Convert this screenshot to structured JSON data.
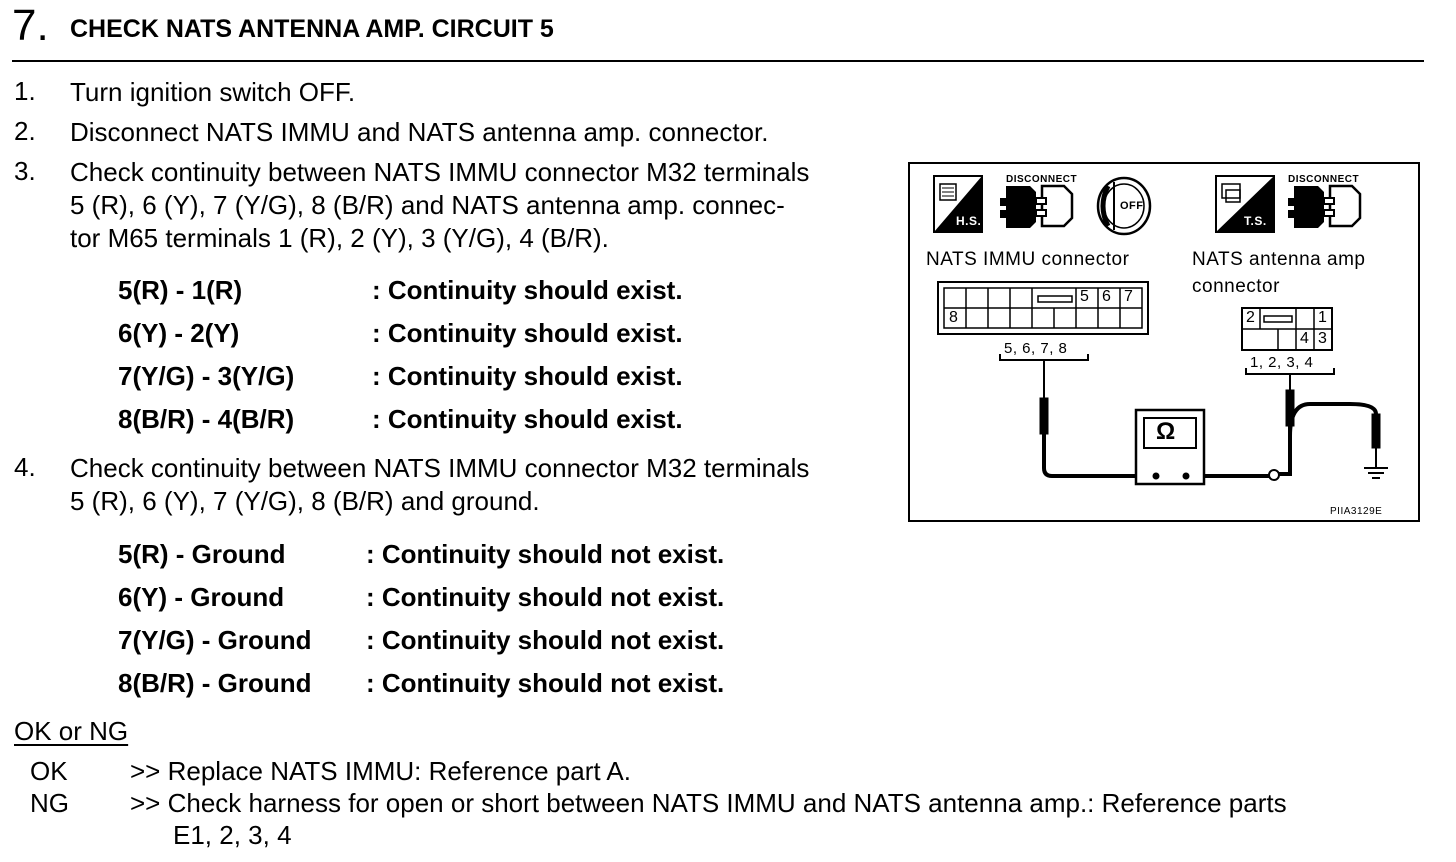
{
  "step": {
    "number": "7.",
    "title": "CHECK NATS ANTENNA AMP. CIRCUIT 5"
  },
  "steps": [
    {
      "num": "1.",
      "lines": [
        "Turn ignition switch OFF."
      ]
    },
    {
      "num": "2.",
      "lines": [
        "Disconnect NATS IMMU and NATS antenna amp. connector."
      ]
    },
    {
      "num": "3.",
      "lines": [
        "Check continuity between NATS IMMU connector M32 terminals",
        "5 (R), 6 (Y), 7 (Y/G), 8 (B/R) and   NATS antenna amp. connec-",
        "tor M65 terminals 1 (R), 2 (Y), 3 (Y/G), 4 (B/R)."
      ]
    },
    {
      "num": "4.",
      "lines": [
        "Check continuity between NATS IMMU connector M32 terminals",
        "5 (R), 6 (Y), 7 (Y/G), 8 (B/R) and   ground."
      ]
    }
  ],
  "checks_a": [
    {
      "pair": "5(R) - 1(R)",
      "result": ": Continuity should exist."
    },
    {
      "pair": "6(Y) - 2(Y)",
      "result": ": Continuity should exist."
    },
    {
      "pair": "7(Y/G) - 3(Y/G)",
      "result": ": Continuity should exist."
    },
    {
      "pair": "8(B/R) - 4(B/R)",
      "result": ": Continuity should exist."
    }
  ],
  "checks_b": [
    {
      "pair": "5(R) - Ground",
      "result": ": Continuity should not exist."
    },
    {
      "pair": "6(Y) - Ground",
      "result": ": Continuity should not exist."
    },
    {
      "pair": "7(Y/G) - Ground",
      "result": ": Continuity should not exist."
    },
    {
      "pair": "8(B/R) - Ground",
      "result": ": Continuity should not exist."
    }
  ],
  "ok_ng": {
    "heading": "OK or NG",
    "ok": {
      "label": "OK",
      "text": ">> Replace NATS IMMU: Reference part A."
    },
    "ng": {
      "label": "NG",
      "text": ">> Check harness for open or short between NATS IMMU and NATS antenna amp.: Reference parts",
      "text2": "E1, 2, 3, 4"
    }
  },
  "diagram": {
    "disconnect_1": "DISCONNECT",
    "disconnect_2": "DISCONNECT",
    "hs": "H.S.",
    "ts": "T.S.",
    "off": "OFF",
    "immu_label": "NATS IMMU connector",
    "amp_label_1": "NATS antenna amp",
    "amp_label_2": "connector",
    "immu_cells": [
      "5",
      "6",
      "7",
      "8"
    ],
    "amp_cells": [
      "2",
      "1",
      "4",
      "3"
    ],
    "immu_terms": "5, 6, 7, 8",
    "amp_terms": "1, 2, 3, 4",
    "meter": "Ω",
    "code": "PIIA3129E"
  }
}
